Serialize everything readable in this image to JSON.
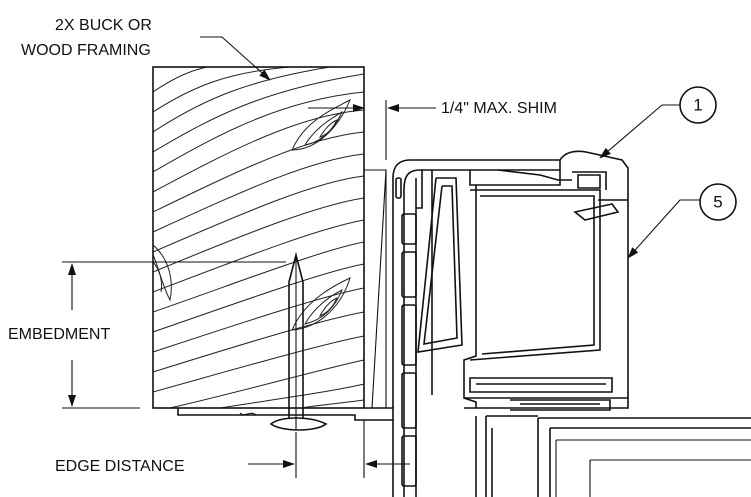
{
  "labels": {
    "framing_line1": "2X BUCK OR",
    "framing_line2": "WOOD FRAMING",
    "shim": "1/4\" MAX. SHIM",
    "embedment": "EMBEDMENT",
    "edge_distance": "EDGE DISTANCE"
  },
  "callouts": {
    "callout_1": "1",
    "callout_5": "5"
  }
}
